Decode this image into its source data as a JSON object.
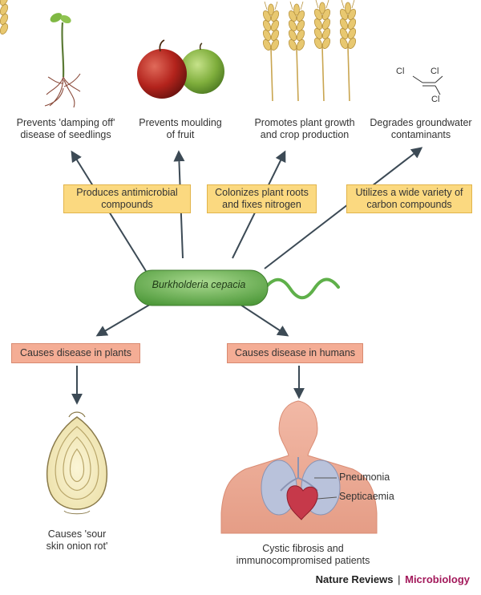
{
  "center": {
    "organism": "Burkholderia cepacia"
  },
  "top_effects": [
    {
      "line1": "Prevents 'damping off'",
      "line2": "disease of seedlings"
    },
    {
      "line1": "Prevents moulding",
      "line2": "of fruit"
    },
    {
      "line1": "Promotes plant growth",
      "line2": "and crop production"
    },
    {
      "line1": "Degrades groundwater",
      "line2": "contaminants"
    }
  ],
  "mechanisms": [
    {
      "line1": "Produces antimicrobial",
      "line2": "compounds"
    },
    {
      "line1": "Colonizes plant roots",
      "line2": "and fixes nitrogen"
    },
    {
      "line1": "Utilizes a wide variety of",
      "line2": "carbon compounds"
    }
  ],
  "diseases": {
    "plants": {
      "box": "Causes disease in plants",
      "result_line1": "Causes 'sour",
      "result_line2": "skin onion rot'"
    },
    "humans": {
      "box": "Causes disease in humans",
      "result_line1": "Cystic fibrosis and",
      "result_line2": "immunocompromised patients",
      "pneumonia": "Pneumonia",
      "septicaemia": "Septicaemia"
    }
  },
  "chemical": {
    "atom": "Cl"
  },
  "footer": {
    "journal": "Nature Reviews",
    "separator": "|",
    "section": "Microbiology"
  },
  "colors": {
    "yellow_box": "#fbd980",
    "red_box": "#f4ad95",
    "bacterium": "#6fb55a",
    "arrow": "#3c4a55",
    "brand": "#a3195b"
  }
}
